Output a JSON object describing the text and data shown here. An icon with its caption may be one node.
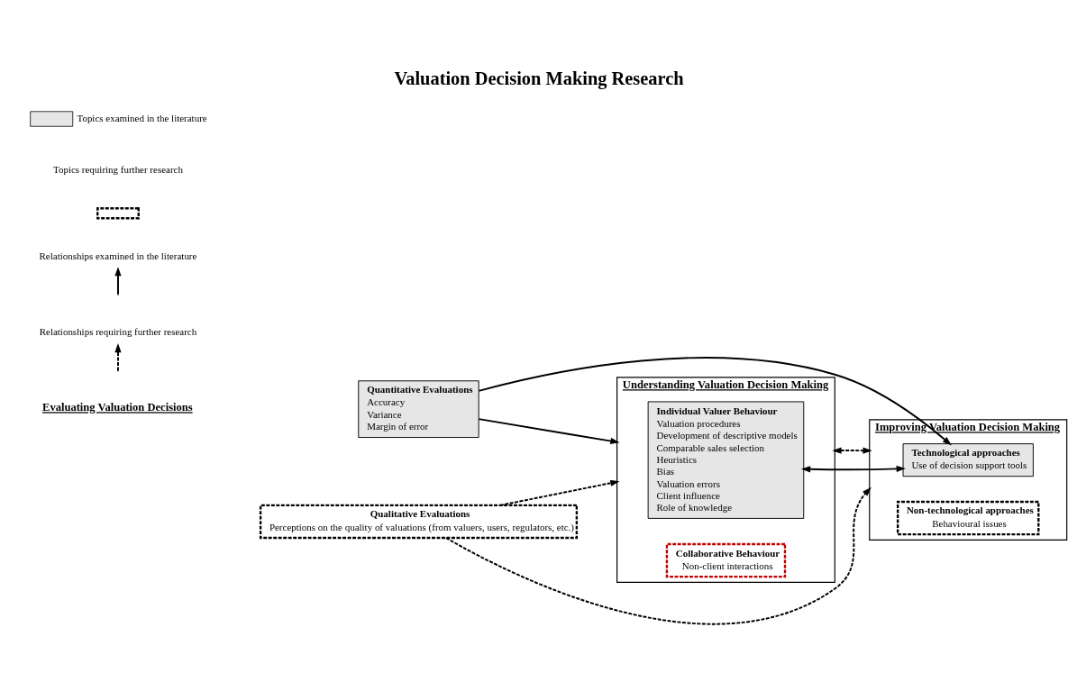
{
  "diagram": {
    "title": "Valuation Decision Making Research",
    "nodes": [
      {
        "text": [
          "Understanding Valuation Decision Making"
        ]
      },
      {
        "text": [
          "Individual Valuer Behaviour",
          "Valuation procedures",
          "Development of descriptive models",
          "Comparable sales selection",
          "Heuristics",
          "Bias",
          "Valuation errors",
          "Client influence",
          "Role of knowledge"
        ],
        "in": 0
      },
      {
        "text": [
          "Collaborative Behaviour",
          "Non-client interactions"
        ],
        "in": 0
      },
      {
        "text": [
          "Quantitative Evaluations",
          "Accuracy",
          "Variance",
          "Margin of error"
        ]
      },
      {
        "text": [
          "Qualitative Evaluations",
          "Perceptions on the quality of valuations (from valuers, users, regulators, etc.)"
        ]
      },
      {
        "text": [
          "Improving Valuation Decision Making"
        ]
      },
      {
        "text": [
          "Technological approaches",
          "Use of decision support tools"
        ],
        "in": 5
      },
      {
        "text": [
          "Non-technological approaches",
          "Behavioural issues"
        ],
        "in": 5
      }
    ],
    "edges": [
      {
        "from": 1,
        "to": 6,
        "arrow": "both"
      },
      {
        "from": 3,
        "to": 0,
        "arrow": "to"
      },
      {
        "from": 3,
        "to": 6,
        "arrow": "to"
      },
      {
        "from": 4,
        "to": 0,
        "arrow": "to",
        "style": "dashed"
      },
      {
        "from": 4,
        "to": 5,
        "arrow": "to",
        "style": "dashed"
      },
      {
        "from": 0,
        "to": 5,
        "arrow": "both",
        "style": "dashed"
      }
    ],
    "labels": [
      "Evaluating Valuation Decisions"
    ],
    "legend": [
      {
        "text": "Topics examined in the literature",
        "color": "#e6e6e6"
      },
      {
        "text": "Topics requiring further research"
      },
      {
        "text": "Relationships examined in the literature"
      },
      {
        "text": "Relationships requiring further research"
      }
    ]
  }
}
